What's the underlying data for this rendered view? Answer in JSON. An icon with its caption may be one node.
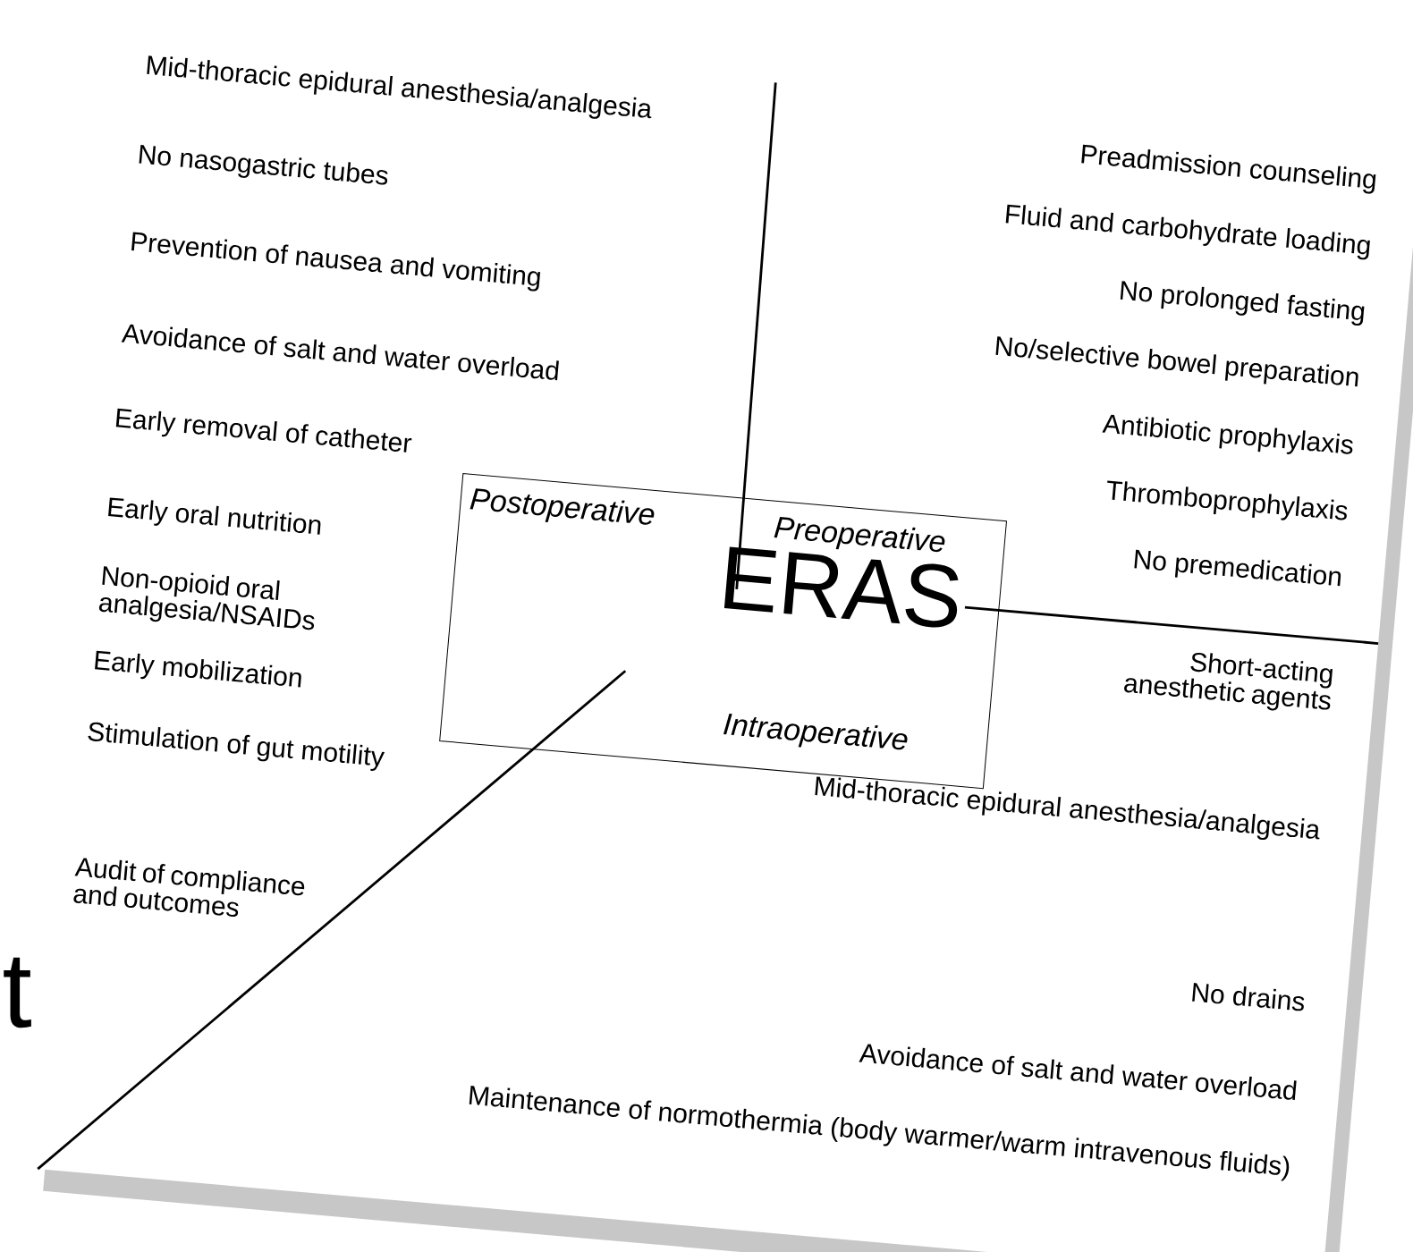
{
  "diagram": {
    "nodes": [
      {
        "text": [
          "Postoperative",
          "Preoperative",
          "ERAS",
          "Intraoperative"
        ]
      }
    ],
    "labels": [
      "Mid-thoracic epidural anesthesia/analgesia",
      "No nasogastric tubes",
      "Prevention of nausea and vomiting",
      "Avoidance of salt and water overload",
      "Early removal of catheter",
      "Early oral nutrition",
      "Non-opioid oral analgesia/NSAIDs",
      "Early mobilization",
      "Stimulation of gut motility",
      "Audit of compliance and outcomes",
      "Preadmission counseling",
      "Fluid and carbohydrate loading",
      "No prolonged fasting",
      "No/selective bowel preparation",
      "Antibiotic prophylaxis",
      "Thromboprophylaxis",
      "No premedication",
      "Short-acting anesthetic agents",
      "Mid-thoracic epidural anesthesia/analgesia",
      "No drains",
      "Avoidance of salt and water overload",
      "Maintenance of normothermia (body warmer/warm intravenous fluids)",
      "t"
    ]
  }
}
